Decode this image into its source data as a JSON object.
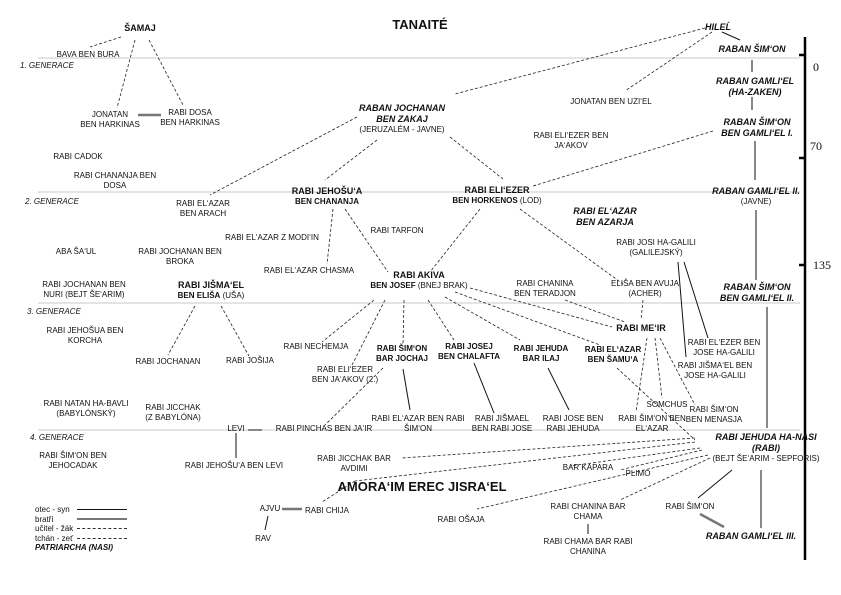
{
  "title": "TANAITÉ",
  "subtitle": "AMORA‘IM EREC JISRA‘EL",
  "generations": [
    "1. GENERACE",
    "2. GENERACE",
    "3. GENERACE",
    "4. GENERACE"
  ],
  "axis": {
    "ticks": [
      "0",
      "70",
      "135"
    ]
  },
  "legend": {
    "items": [
      "otec - syn",
      "bratři",
      "učitel - žák",
      "tchán - zeť"
    ],
    "patriarch": "PATRIARCHA (NASI)"
  },
  "people": {
    "samaj": "ŠAMAJ",
    "hilel": "HILEĹ",
    "bava": "BAVA BEN BURA",
    "jonatan_h": [
      "JONATAN",
      "BEN HARKINAS"
    ],
    "dosa_h": [
      "RABI DOSA",
      "BEN HARKINAS"
    ],
    "cadok": "RABI CADOK",
    "chananja_dosa": [
      "RABI CHANANJA BEN",
      "DOSA"
    ],
    "jochanan_zakaj": [
      "RABAN JOCHANAN",
      "BEN ZAKAJ",
      "(JERUZALÉM - JAVNE)"
    ],
    "jonatan_uziel": "JONATAN BEN UZI‘EL",
    "elieer_jaakov": [
      "RABI ELI‘EZER BEN",
      "JA‘AKOV"
    ],
    "simon1": "RABAN ŠIM‘ON",
    "gamliel_zaken": [
      "RABAN GAMLI‘EL",
      "(HA-ZAKEN)"
    ],
    "simon_gamliel1": [
      "RABAN ŠIM‘ON",
      "BEN GAMLI‘EL I."
    ],
    "gamliel2": [
      "RABAN GAMLI‘EL II.",
      "(JAVNE)"
    ],
    "elazar_arach": [
      "RABI EL‘AZAR",
      "BEN ARACH"
    ],
    "jehosua": [
      "RABI JEHOŠU‘A",
      "BEN CHANANJA"
    ],
    "eliezer_h": [
      "RABI ELI‘EZER",
      "BEN HORKENOS",
      "(LOD)"
    ],
    "elazar_azarja": [
      "RABI EL‘AZAR",
      "BEN AZARJA"
    ],
    "aba_saul": "ABA ŠA‘UL",
    "jochanan_broka": [
      "RABI JOCHANAN BEN",
      "BROKA"
    ],
    "elazar_modiin": "RABI EL‘AZAR Z MODI‘IN",
    "tarfon": "RABI TARFON",
    "elazar_chasma": "RABI EL‘AZAR CHASMA",
    "josi_galili": [
      "RABI JOSI HA-GALILI",
      "(GALILEJSKÝ)"
    ],
    "jochanan_nuri": [
      "RABI JOCHANAN BEN",
      "NURI (BEJT ŠE‘ARIM)"
    ],
    "jismael": [
      "RABI JIŠMA‘EL",
      "BEN ELIŠA",
      "(UŠA)"
    ],
    "akiva": [
      "RABI AKIVA",
      "BEN JOSEF",
      "(BNEJ BRAK)"
    ],
    "chanina_teradjon": [
      "RABI CHANINA",
      "BEN TERADJON"
    ],
    "elisa": [
      "ELIŠA BEN AVUJA",
      "(ACHER)"
    ],
    "simon_gamliel2": [
      "RABAN ŠIM‘ON",
      "BEN GAMLI‘EL II."
    ],
    "jehosua_korcha": [
      "RABI JEHOŠUA BEN",
      "KORCHA"
    ],
    "r_jochanan": "RABI JOCHANAN",
    "josija": "RABI JOŠIJA",
    "nechemja": "RABI NECHEMJA",
    "eliezer_jaakov2": [
      "RABI ELI‘EZER",
      "BEN JA‘AKOV (2.)"
    ],
    "simon_bar_jochaj": [
      "RABI ŠIM‘ON",
      "BAR JOCHAJ"
    ],
    "josej_chalafta": [
      "RABI JOSEJ",
      "BEN CHALAFTA"
    ],
    "jehuda_ilaj": [
      "RABI JEHUDA",
      "BAR ILAJ"
    ],
    "elazar_samua": [
      "RABI EL‘AZAR",
      "BEN ŠAMU‘A"
    ],
    "meir": "RABI ME‘IR",
    "eliezer_jose": [
      "RABI EL‘EZER BEN",
      "JOSE HA-GALILI"
    ],
    "jismael_jose": [
      "RABI JIŠMA‘EL BEN",
      "JOSE HA-GALILI"
    ],
    "natan": [
      "RABI NATAN HA-BAVLI",
      "(BABYLÓNSKÝ)"
    ],
    "jicchak_bab": [
      "RABI JICCHAK",
      "(Z BABYLÓNA)"
    ],
    "elazar_rabi_simon": [
      "RABI EL‘AZAR BEN RABI",
      "ŠIM‘ON"
    ],
    "jismael_rabi_jose": [
      "RABI JIŠMAEL",
      "BEN RABI JOSE"
    ],
    "jose_rabi_jehuda": [
      "RABI JOSE BEN",
      "RABI JEHUDA"
    ],
    "simon_elazar": [
      "RABI ŠIM‘ON BEN",
      "EL‘AZAR"
    ],
    "somchus": "SOMCHUS",
    "simon_menasja": [
      "RABI ŠIM‘ON",
      "BEN MENASJA"
    ],
    "levi": "LEVI",
    "pinchas": "RABI PINCHAS BEN JA‘IR",
    "simon_jehocadak": [
      "RABI ŠIM‘ON BEN",
      "JEHOCADAK"
    ],
    "jehosua_levi": "RABI JEHOŠU‘A BEN LEVI",
    "jehuda_nasi": [
      "RABI JEHUDA HA-NASI",
      "(RABI)",
      "(BEJT ŠE‘ARIM - SEPFORIS)"
    ],
    "jicchak_avdimi": [
      "RABI JICCHAK BAR",
      "AVDIMI"
    ],
    "bar_kapara": "BAR KAPARA",
    "plimo": "PLIMO",
    "ajvu": "AJVU",
    "chija": "RABI CHIJA",
    "rav": "RAV",
    "osaja": "RABI OŠAJA",
    "chanina_chama": [
      "RABI CHANINA BAR",
      "CHAMA"
    ],
    "chama_chanina": [
      "RABI CHAMA BAR RABI",
      "CHANINA"
    ],
    "simon_rabi": "RABI ŠIM‘ON",
    "gamliel3": "RABAN GAMLI‘EL III."
  }
}
